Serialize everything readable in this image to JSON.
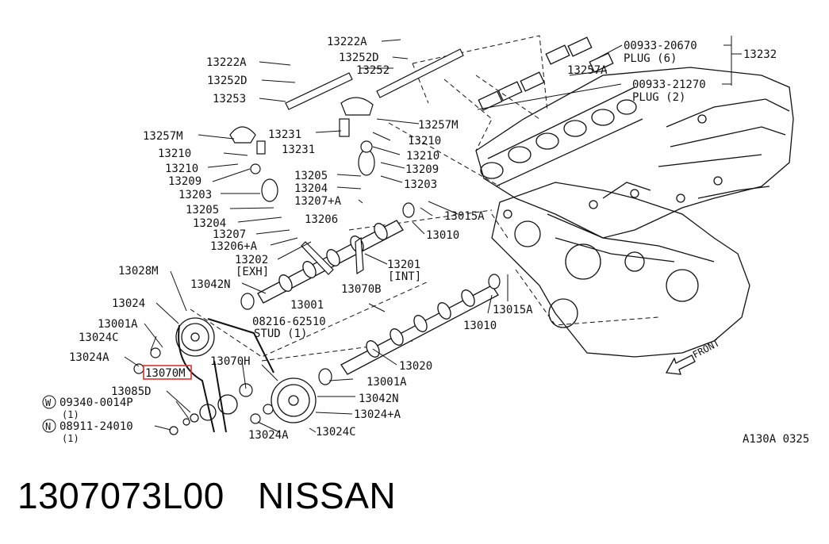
{
  "diagram": {
    "highlight_color": "#e03030",
    "part_labels": [
      "13222A",
      "13222A",
      "13252D",
      "13252D",
      "13252",
      "13253",
      "13257M",
      "13257M",
      "13257A",
      "13231",
      "13231",
      "13210",
      "13210",
      "13210",
      "13210",
      "13209",
      "13209",
      "13203",
      "13203",
      "13205",
      "13205",
      "13204",
      "13204",
      "13207+A",
      "13207",
      "13206",
      "13206+A",
      "13202",
      "[EXH]",
      "13201",
      "[INT]",
      "13015A",
      "13015A",
      "13010",
      "13010",
      "13001",
      "13001A",
      "13001A",
      "13028M",
      "13042N",
      "13042N",
      "13024",
      "13024C",
      "13024C",
      "13024A",
      "13024A",
      "13024+A",
      "13070B",
      "13070H",
      "13070M",
      "13085D",
      "13020",
      "13232"
    ],
    "plug_callouts": [
      {
        "part": "00933-20670",
        "desc": "PLUG (6)"
      },
      {
        "part": "00933-21270",
        "desc": "PLUG (2)"
      }
    ],
    "stud": {
      "part": "08216-62510",
      "desc": "STUD (1)"
    },
    "circled_items": [
      {
        "symbol": "W",
        "part": "09340-0014P",
        "qty": "(1)"
      },
      {
        "symbol": "N",
        "part": "08911-24010",
        "qty": "(1)"
      }
    ],
    "front_label": "FRONT",
    "figure_code": "A130A 0325"
  },
  "caption": {
    "part_number": "1307073L00",
    "brand": "NISSAN"
  }
}
